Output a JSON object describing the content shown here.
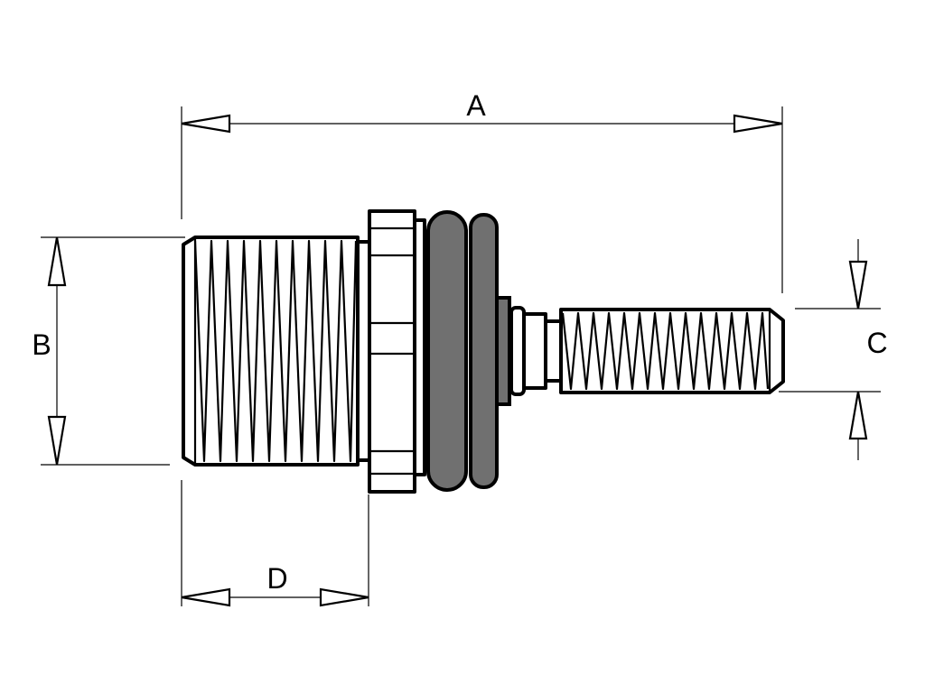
{
  "colors": {
    "line": "#000000",
    "background": "#ffffff",
    "seal": "#707070"
  },
  "dimensions": {
    "a": "A",
    "b": "B",
    "c": "C",
    "d": "D"
  }
}
